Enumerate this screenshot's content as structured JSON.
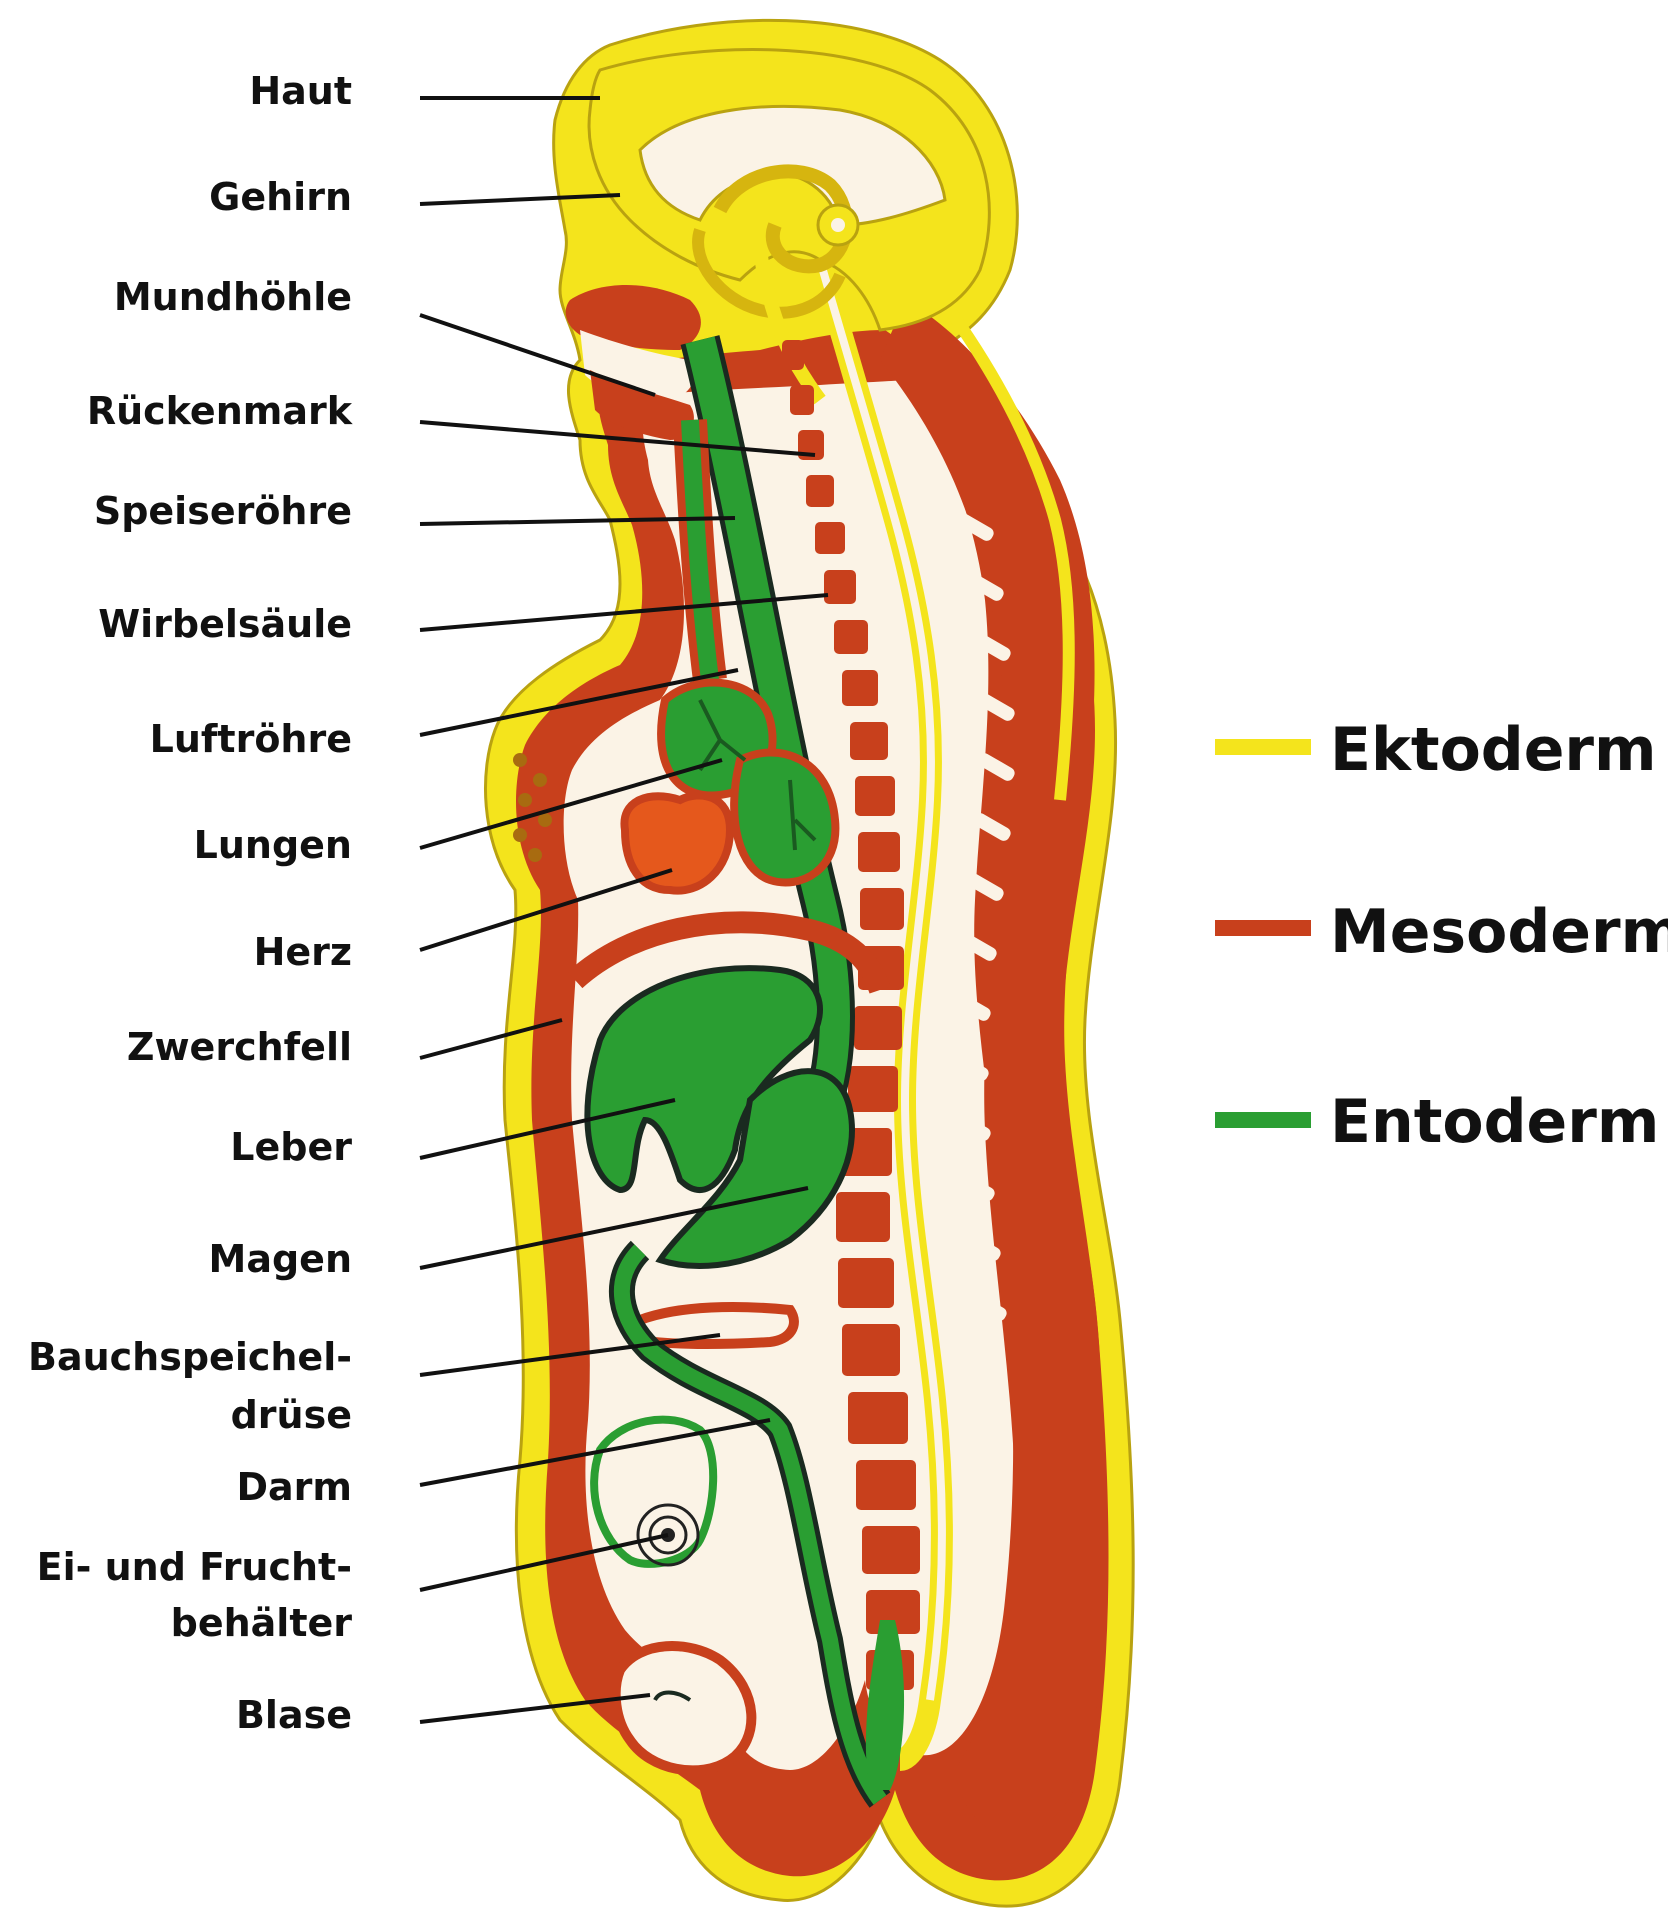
{
  "colors": {
    "ektoderm": "#f4e41c",
    "mesoderm": "#c8401c",
    "entoderm": "#2a9e32",
    "cavity": "#fbf3e6",
    "heart": "#e5581c",
    "outline": "#111111"
  },
  "labels": {
    "haut": "Haut",
    "gehirn": "Gehirn",
    "mundhoehle": "Mundhöhle",
    "rueckenmark": "Rückenmark",
    "speiseroehre": "Speiseröhre",
    "wirbelsaeule": "Wirbelsäule",
    "luftroehre": "Luftröhre",
    "lungen": "Lungen",
    "herz": "Herz",
    "zwerchfell": "Zwerchfell",
    "leber": "Leber",
    "magen": "Magen",
    "bauchspeicheldruese_1": "Bauchspeichel-",
    "bauchspeicheldruese_2": "drüse",
    "darm": "Darm",
    "ei_fruchtbehaelter_1": "Ei- und Frucht-",
    "ei_fruchtbehaelter_2": "behälter",
    "blase": "Blase"
  },
  "legend": [
    {
      "label": "Ektoderm",
      "color": "#f4e41c"
    },
    {
      "label": "Mesoderm",
      "color": "#c8401c"
    },
    {
      "label": "Entoderm",
      "color": "#2a9e32"
    }
  ]
}
